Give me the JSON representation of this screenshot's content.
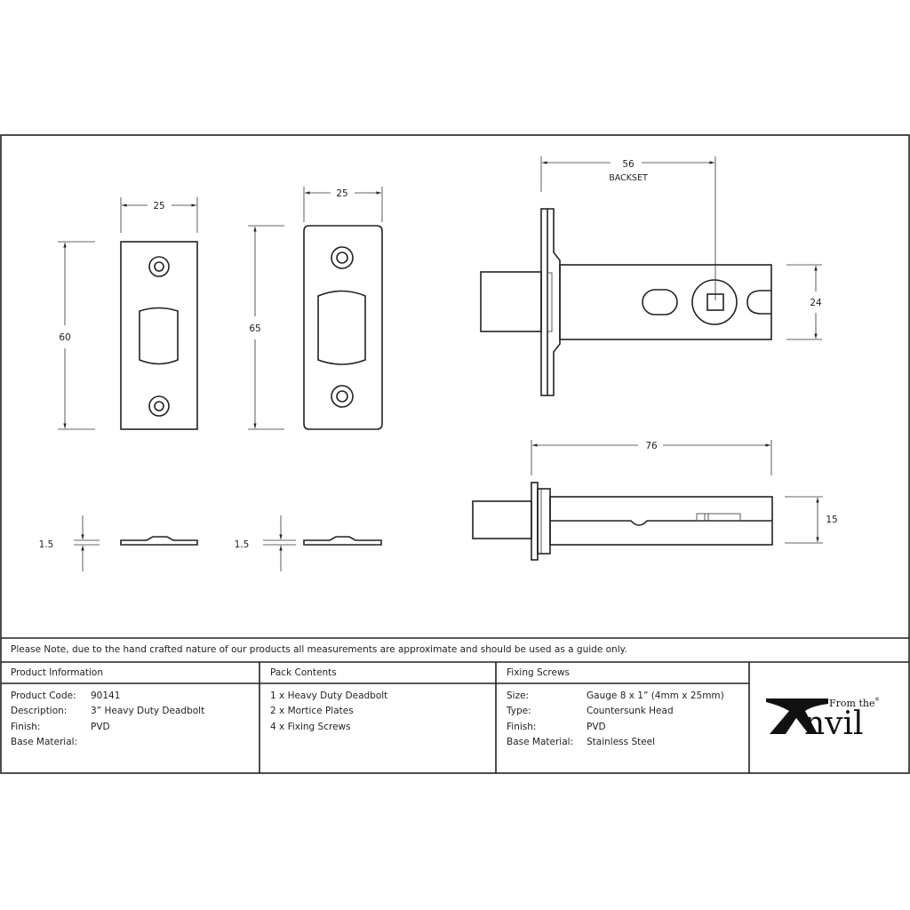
{
  "drawing": {
    "strike_plate_1": {
      "width": "25",
      "height": "60",
      "thickness": "1.5"
    },
    "strike_plate_2": {
      "width": "25",
      "height": "65",
      "thickness": "1.5"
    },
    "deadbolt_side": {
      "backset": "56",
      "backset_label": "BACKSET",
      "height": "24"
    },
    "deadbolt_top": {
      "length": "76",
      "thickness": "15"
    }
  },
  "note": "Please Note, due to the hand crafted nature of our products all measurements are approximate and should be used as a guide only.",
  "product_information": {
    "header": "Product Information",
    "rows": [
      {
        "label": "Product Code:",
        "value": "90141"
      },
      {
        "label": "Description:",
        "value": "3” Heavy Duty Deadbolt"
      },
      {
        "label": "Finish:",
        "value": "PVD"
      },
      {
        "label": "Base Material:",
        "value": ""
      }
    ]
  },
  "pack_contents": {
    "header": "Pack Contents",
    "items": [
      "1 x Heavy Duty Deadbolt",
      "2 x Mortice Plates",
      "4 x Fixing Screws"
    ]
  },
  "fixing_screws": {
    "header": "Fixing Screws",
    "rows": [
      {
        "label": "Size:",
        "value": "Gauge 8 x 1” (4mm x 25mm)"
      },
      {
        "label": "Type:",
        "value": "Countersunk Head"
      },
      {
        "label": "Finish:",
        "value": "PVD"
      },
      {
        "label": "Base Material:",
        "value": "Stainless Steel"
      }
    ]
  },
  "logo": {
    "small": "From the",
    "big_a": "A",
    "big_rest": "nvil",
    "mark": "®"
  }
}
